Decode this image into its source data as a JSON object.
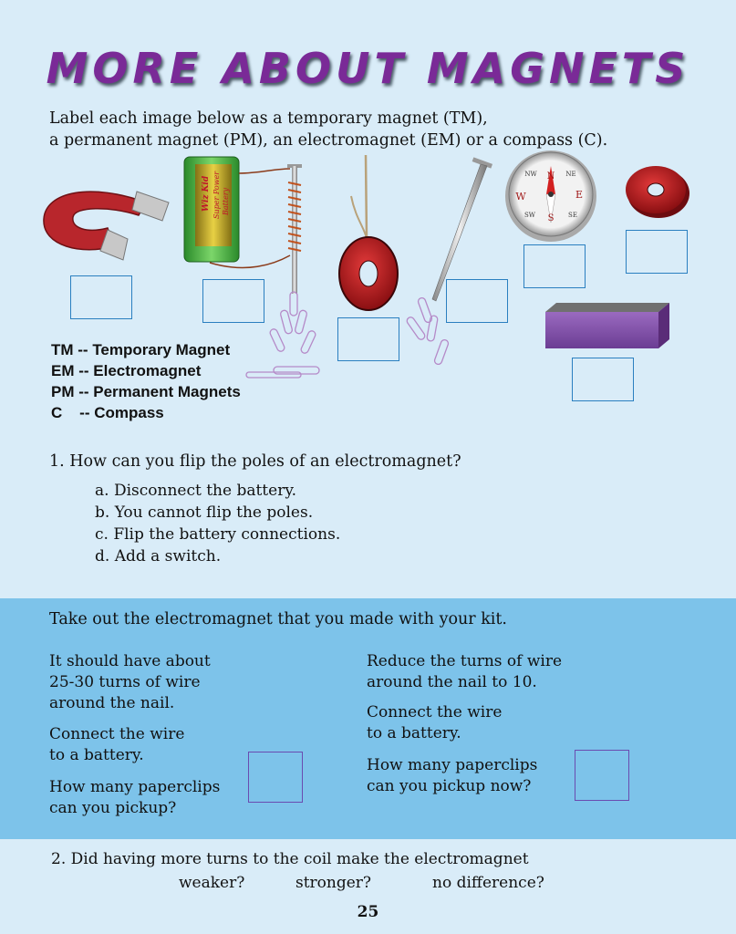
{
  "title": "MORE ABOUT MAGNETS",
  "intro": {
    "line1": "Label each image below as a temporary magnet (TM),",
    "line2": "a permanent magnet (PM), an electromagnet (EM) or a compass (C)."
  },
  "battery_label": {
    "brand": "Wiz Kid",
    "line1": "Super Power",
    "line2": "Battery"
  },
  "compass_dirs": {
    "n": "N",
    "s": "S",
    "e": "E",
    "w": "W",
    "ne": "NE",
    "nw": "NW",
    "se": "SE",
    "sw": "SW"
  },
  "legend": [
    "TM -- Temporary Magnet",
    "EM -- Electromagnet",
    "PM -- Permanent Magnets",
    "C    -- Compass"
  ],
  "question1": {
    "prompt": "1. How can you flip the poles of an electromagnet?",
    "options": [
      "a. Disconnect the battery.",
      "b. You cannot flip the poles.",
      "c. Flip the battery connections.",
      "d. Add a switch."
    ]
  },
  "activity": {
    "heading": "Take out the electromagnet that you made with your kit.",
    "left": {
      "p1": [
        "It should have about",
        "25-30 turns of wire",
        "around the nail."
      ],
      "p2": [
        "Connect the wire",
        "to a battery."
      ],
      "p3": [
        "How many paperclips",
        "can you pickup?"
      ]
    },
    "right": {
      "p1": [
        "Reduce the turns of wire",
        "around the nail to 10."
      ],
      "p2": [
        "Connect the wire",
        "to a battery."
      ],
      "p3": [
        "How many paperclips",
        "can you pickup now?"
      ]
    }
  },
  "question2": {
    "prompt": "2. Did having more turns to the coil make the electromagnet",
    "choices": [
      "weaker?",
      "stronger?",
      "no difference?"
    ]
  },
  "page_number": "25",
  "colors": {
    "background": "#d9ecf8",
    "band": "#7dc3ea",
    "title": "#7a2a97",
    "box_border": "#2a7fc0"
  }
}
